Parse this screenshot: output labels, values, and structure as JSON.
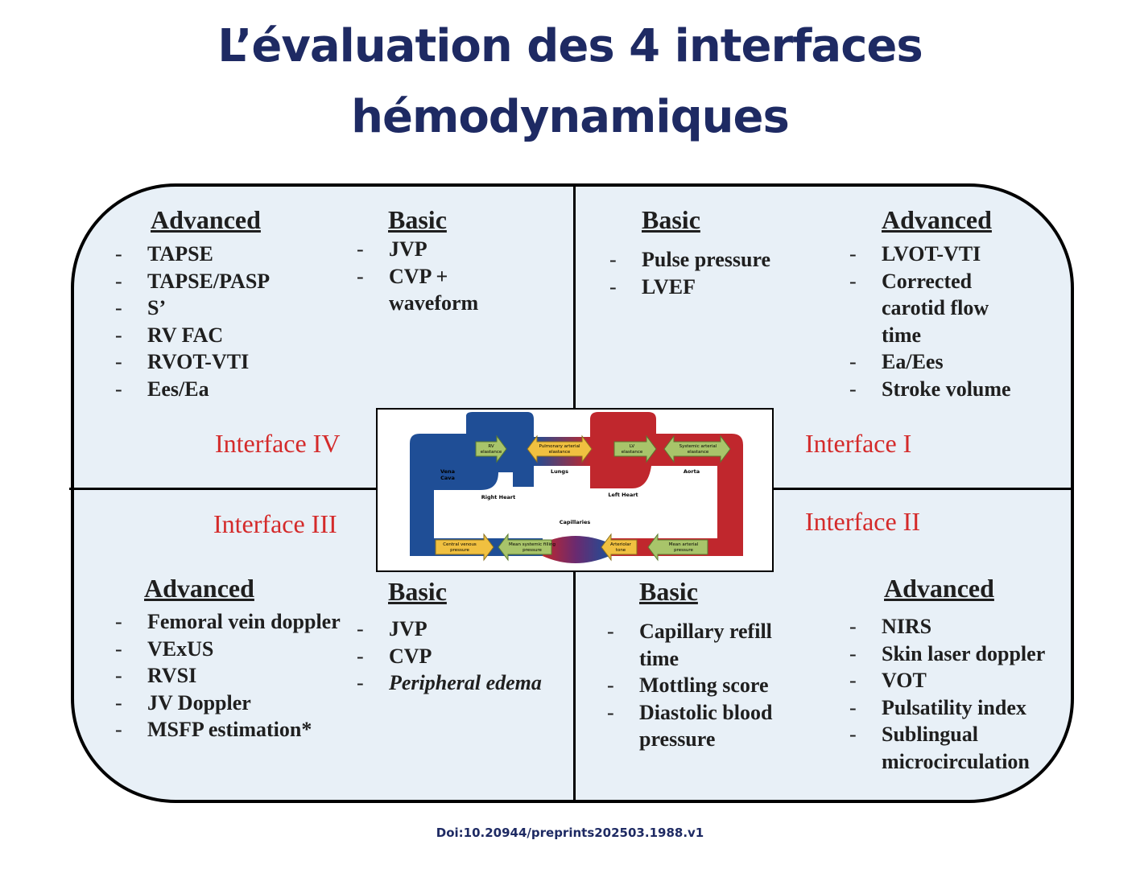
{
  "title": {
    "line1": "L’évaluation des 4 interfaces",
    "line2": "hémodynamiques"
  },
  "quadrants": {
    "iv": {
      "advanced_heading": "Advanced",
      "advanced": [
        "TAPSE",
        "TAPSE/PASP",
        "S’",
        "RV FAC",
        "RVOT-VTI",
        "Ees/Ea"
      ],
      "basic_heading": "Basic",
      "basic": [
        "JVP",
        "CVP + waveform"
      ],
      "label": "Interface IV"
    },
    "i": {
      "basic_heading": "Basic",
      "basic": [
        "Pulse pressure",
        "LVEF"
      ],
      "advanced_heading": "Advanced",
      "advanced": [
        "LVOT-VTI",
        "Corrected carotid flow time",
        "Ea/Ees",
        "Stroke volume"
      ],
      "label": "Interface I"
    },
    "iii": {
      "label": "Interface III",
      "advanced_heading": "Advanced",
      "advanced": [
        "Femoral vein doppler",
        "VExUS",
        "RVSI",
        "JV Doppler",
        "MSFP estimation*"
      ],
      "basic_heading": "Basic",
      "basic": [
        "JVP",
        "CVP",
        "Peripheral edema"
      ]
    },
    "ii": {
      "label": "Interface II",
      "basic_heading": "Basic",
      "basic": [
        "Capillary refill time",
        "Mottling score",
        "Diastolic blood pressure"
      ],
      "advanced_heading": "Advanced",
      "advanced": [
        "NIRS",
        "Skin laser doppler",
        "VOT",
        "Pulsatility index",
        "Sublingual microcirculation"
      ]
    }
  },
  "diagram": {
    "arrows": {
      "rv": "RV elastance",
      "pulm": "Pulmonary arterial elastance",
      "lv": "LV elastance",
      "sys": "Systemic arterial elastance",
      "cvp": "Central venous pressure",
      "msfp": "Mean systemic filling pressure",
      "art": "Arteriolar tone",
      "map": "Mean arterial pressure"
    },
    "labels": {
      "vena_cava": "Vena Cava",
      "lungs": "Lungs",
      "aorta": "Aorta",
      "right_heart": "Right Heart",
      "left_heart": "Left Heart",
      "capillaries": "Capillaries"
    },
    "colors": {
      "venous": "#1f4e96",
      "arterial": "#c0272d",
      "arrow_green": "#a8c46a",
      "arrow_yellow": "#f0c040"
    }
  },
  "doi": "Doi:10.20944/preprints202503.1988.v1"
}
